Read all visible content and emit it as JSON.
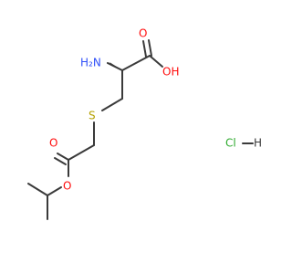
{
  "molecule": {
    "atoms": {
      "amine": "H₂N",
      "hydroxyl": "OH",
      "carbonyl_acid_o": "O",
      "sulfur": "S",
      "ester_carbonyl_o": "O",
      "ester_o": "O"
    },
    "salt": {
      "chlorine": "Cl",
      "hydrogen": "H"
    },
    "colors": {
      "bond": "#3a3a3a",
      "oxygen": "#ff0d0d",
      "nitrogen": "#3050f8",
      "sulfur": "#b5a000",
      "chlorine": "#2eaa2e"
    }
  }
}
